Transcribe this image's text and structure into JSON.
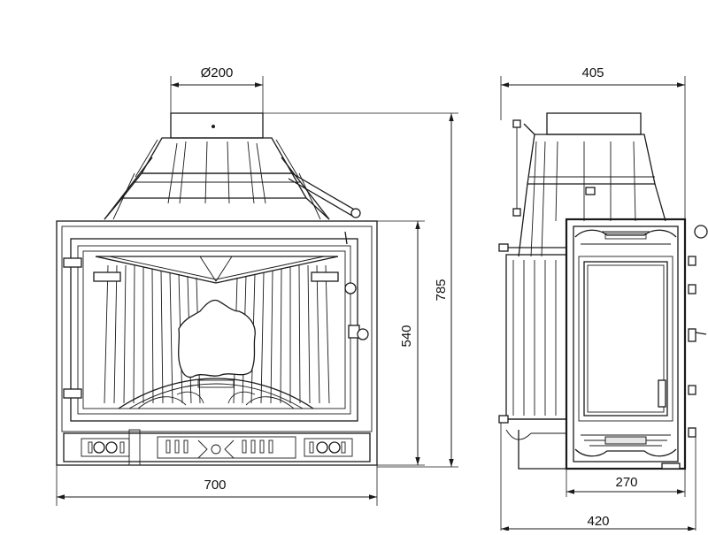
{
  "drawing": {
    "dimensions": {
      "flue_diameter": "Ø200",
      "front_width": "700",
      "total_height": "785",
      "door_height": "540",
      "side_top_depth": "405",
      "door_frame_width": "270",
      "side_total_depth": "420"
    }
  }
}
